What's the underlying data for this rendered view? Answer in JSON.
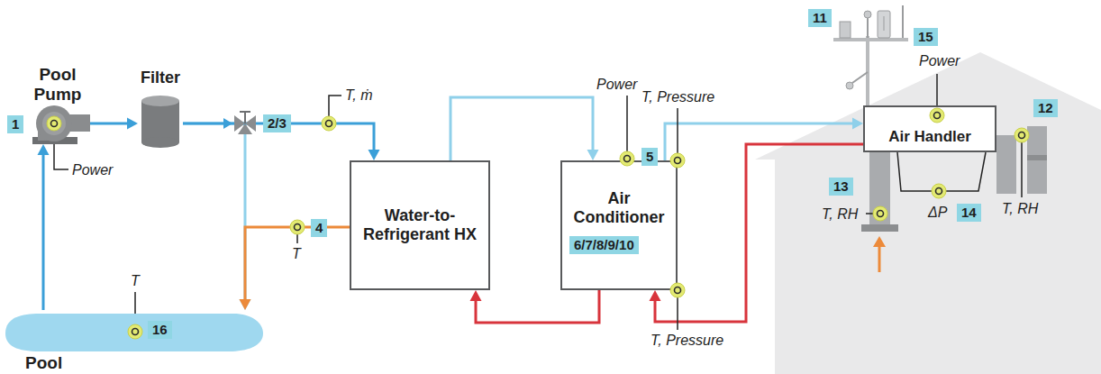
{
  "diagram": {
    "nodes": [
      {
        "text": [
          "Pool Pump"
        ]
      },
      {
        "text": [
          "Filter"
        ]
      },
      {
        "text": [
          "Water-to-Refrigerant HX"
        ]
      },
      {
        "text": [
          "Air Conditioner"
        ]
      },
      {
        "text": [
          "Air Handler"
        ]
      },
      {
        "text": [
          "Pool"
        ]
      }
    ],
    "edges": [
      {
        "from": 5,
        "to": 0,
        "arrow": "to"
      },
      {
        "from": 0,
        "to": 1,
        "arrow": "to"
      },
      {
        "from": 1,
        "to": 2,
        "arrow": "to"
      },
      {
        "from": 1,
        "to": 5,
        "arrow": "to"
      },
      {
        "from": 2,
        "to": 5,
        "arrow": "to"
      },
      {
        "from": 2,
        "to": 3,
        "arrow": "to"
      },
      {
        "from": 3,
        "to": 2,
        "arrow": "to"
      },
      {
        "from": 3,
        "to": 4,
        "arrow": "to"
      },
      {
        "from": 4,
        "to": 3,
        "arrow": "to"
      }
    ],
    "labels": [
      "1",
      "Power",
      "2/3",
      "T, ṁ",
      "4",
      "T",
      "Power",
      "5",
      "T, Pressure",
      "6/7/8/9/10",
      "T, Pressure",
      "11",
      "15",
      "Power",
      "12",
      "T, RH",
      "13",
      "T, RH",
      "ΔP",
      "14",
      "T",
      "16"
    ]
  }
}
